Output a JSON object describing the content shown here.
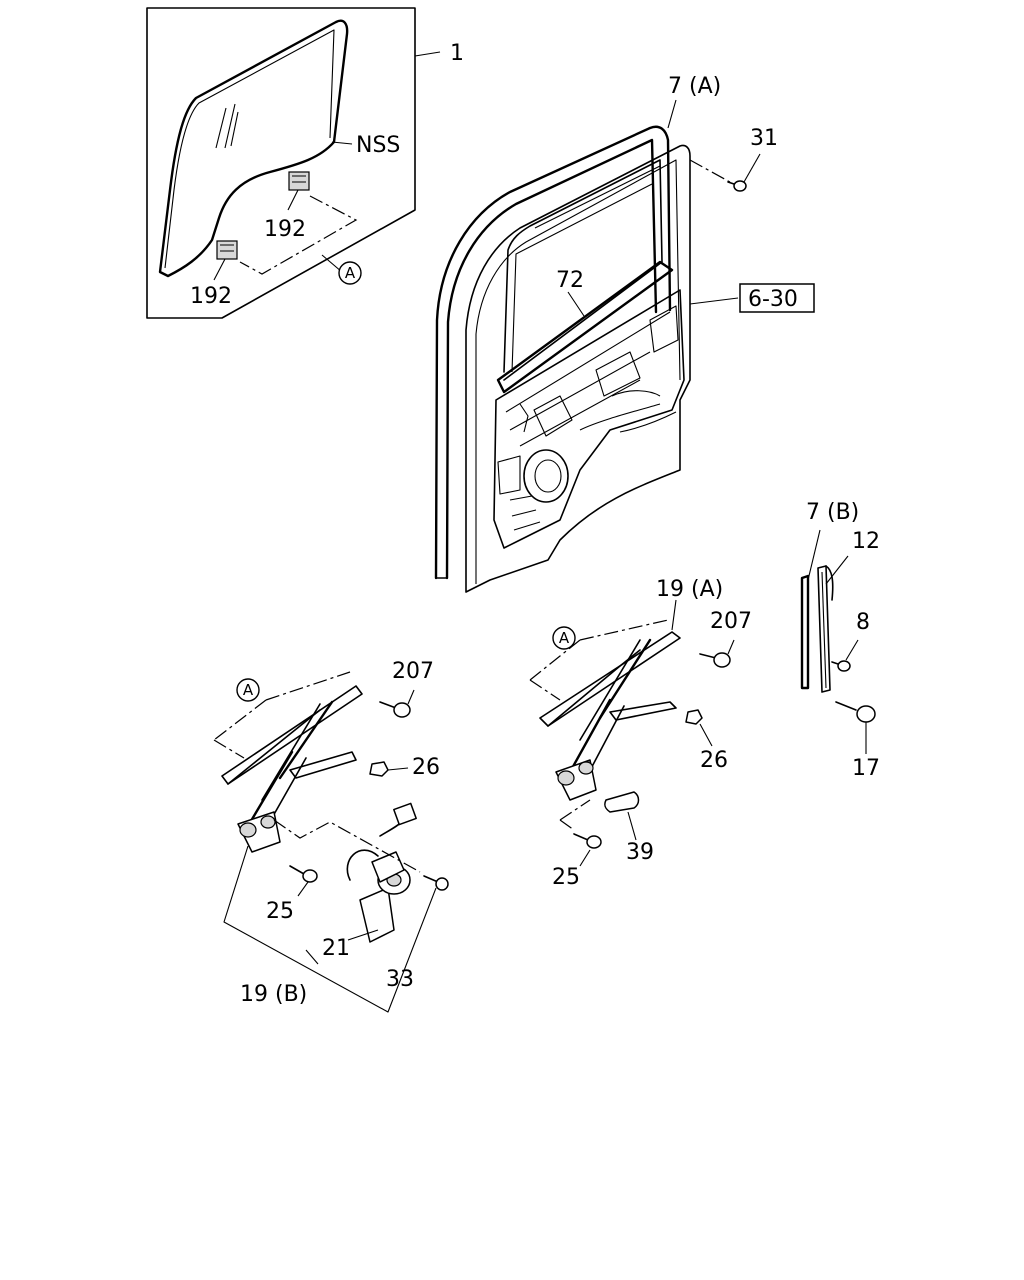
{
  "labels": {
    "glass_assembly": "1",
    "nss": "NSS",
    "glass_clip_upper": "192",
    "glass_clip_lower": "192",
    "ref_a_glass": "A",
    "weatherstrip_a": "7 (A)",
    "screw_31": "31",
    "part_72": "72",
    "ref_6_30": "6-30",
    "weatherstrip_b": "7 (B)",
    "channel_12": "12",
    "screw_8": "8",
    "bolt_17": "17",
    "regulator_a": "19 (A)",
    "ref_a_reg_a": "A",
    "bolt_207_a": "207",
    "nut_26_a": "26",
    "handle_39": "39",
    "screw_25_a": "25",
    "ref_a_reg_b": "A",
    "bolt_207_b": "207",
    "nut_26_b": "26",
    "screw_25_b": "25",
    "motor_21": "21",
    "regulator_b": "19 (B)",
    "screw_33": "33"
  }
}
